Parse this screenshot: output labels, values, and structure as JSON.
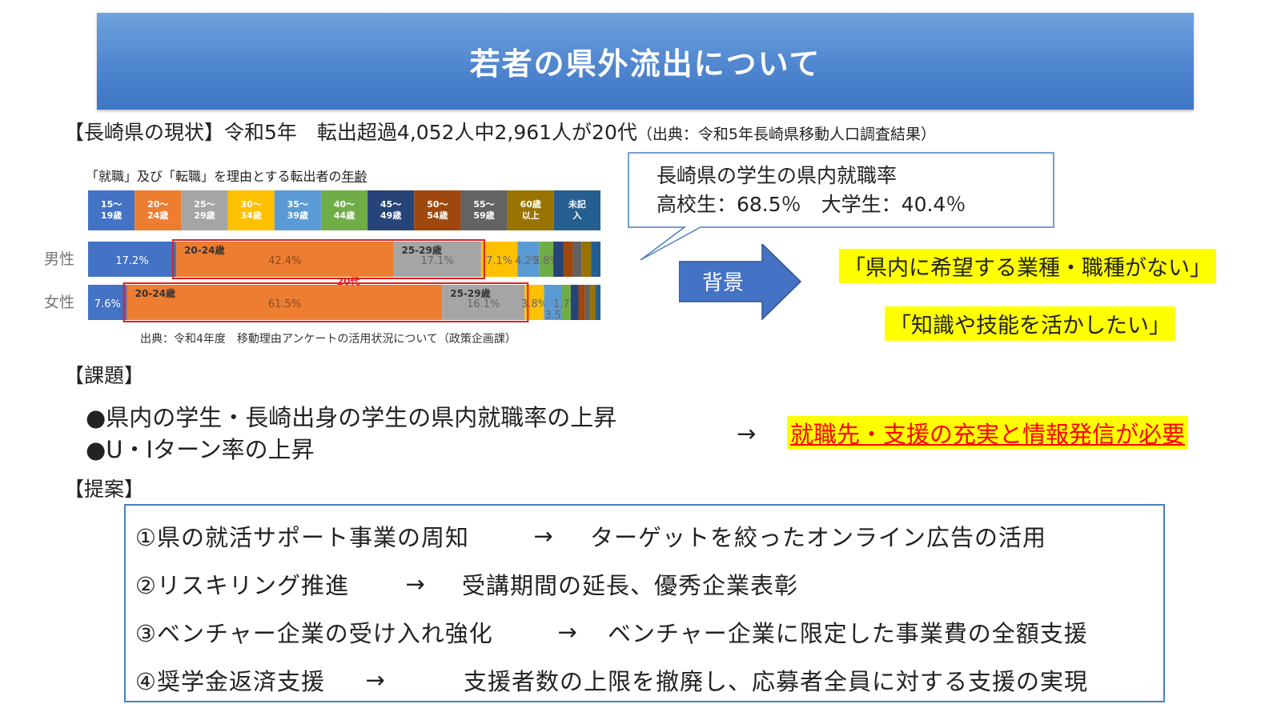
{
  "header": {
    "title": "若者の県外流出について"
  },
  "status": {
    "text": "【長崎県の現状】令和5年　転出超過4,052人中2,961人が20代",
    "source": "（出典：令和5年長崎県移動人口調査結果）"
  },
  "chart_data": {
    "type": "bar",
    "orientation": "horizontal-stacked-100",
    "title_prefix": "「就職」及び「転職」を理由とする転出者の",
    "title_underlined": "年齢",
    "legend_position": "top",
    "legend": [
      {
        "label": "15～\n19歳",
        "color": "#4472c4"
      },
      {
        "label": "20～\n24歳",
        "color": "#ed7d31"
      },
      {
        "label": "25～\n29歳",
        "color": "#a5a5a5"
      },
      {
        "label": "30～\n34歳",
        "color": "#ffc000"
      },
      {
        "label": "35～\n39歳",
        "color": "#5b9bd5"
      },
      {
        "label": "40～\n44歳",
        "color": "#70ad47"
      },
      {
        "label": "45～\n49歳",
        "color": "#264478"
      },
      {
        "label": "50～\n54歳",
        "color": "#9e480e"
      },
      {
        "label": "55～\n59歳",
        "color": "#636363"
      },
      {
        "label": "60歳\n以上",
        "color": "#997300"
      },
      {
        "label": "未記\n入",
        "color": "#255e91"
      }
    ],
    "categories": [
      "男性",
      "女性"
    ],
    "series_values": [
      [
        17.2,
        42.4,
        17.1,
        7.1,
        4.2,
        2.8,
        2.0,
        1.8,
        1.7,
        1.9,
        1.8
      ],
      [
        7.6,
        61.5,
        16.1,
        3.8,
        3.5,
        1.7,
        1.5,
        1.3,
        1.0,
        1.0,
        1.0
      ]
    ],
    "data_labels": [
      [
        "17.2%",
        "42.4%",
        "17.1%",
        "7.1%",
        "4.2%",
        "2.8%"
      ],
      [
        "7.6%",
        "61.5%",
        "16.1%",
        "3.8%",
        "3.5%",
        "1.7%"
      ]
    ],
    "highlight_labels": {
      "age_20_24": "20-24歳",
      "age_25_29": "25-29歳",
      "group": "20代"
    },
    "source": "出典：令和4年度　移動理由アンケートの活用状況について（政策企画課）"
  },
  "callout": {
    "line1": "長崎県の学生の県内就職率",
    "line2": "高校生：68.5％　大学生：40.4％"
  },
  "background_arrow": {
    "label": "背景"
  },
  "reasons": [
    "「県内に希望する業種・職種がない」",
    "「知識や技能を活かしたい」"
  ],
  "issues": {
    "heading": "【課題】",
    "items": [
      "●県内の学生・長崎出身の学生の県内就職率の上昇",
      "●U・Iターン率の上昇"
    ],
    "arrow": "→",
    "conclusion": "就職先・支援の充実と情報発信が必要"
  },
  "proposals": {
    "heading": "【提案】",
    "items": [
      {
        "left": "①県の就活サポート事業の周知",
        "arrow": "→",
        "right": "ターゲットを絞ったオンライン広告の活用"
      },
      {
        "left": "②リスキリング推進",
        "arrow": "→",
        "right": "受講期間の延長、優秀企業表彰"
      },
      {
        "left": "③ベンチャー企業の受け入れ強化",
        "arrow": "→",
        "right": "ベンチャー企業に限定した事業費の全額支援"
      },
      {
        "left": "④奨学金返済支援",
        "arrow": "→",
        "right": "支援者数の上限を撤廃し、応募者全員に対する支援の実現"
      }
    ]
  }
}
